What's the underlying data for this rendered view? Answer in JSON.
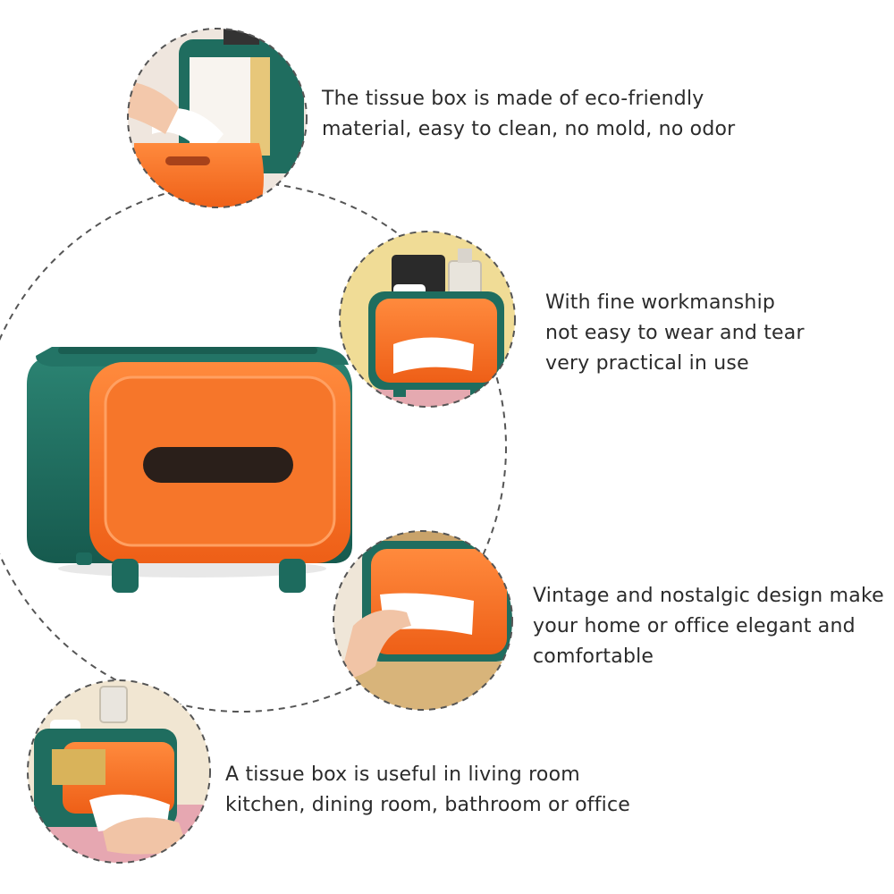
{
  "colors": {
    "teal": "#1d6b5e",
    "teal_light": "#2b8372",
    "orange": "#f26a21",
    "orange_light": "#ff8a3d",
    "dashed_line": "#555555",
    "text": "#2b2b2b"
  },
  "features": [
    {
      "text": "The tissue box is made of eco-friendly\nmaterial, easy to clean, no mold, no odor"
    },
    {
      "text": "With fine workmanship\nnot easy to wear and tear\nvery practical in use"
    },
    {
      "text": "Vintage and nostalgic design make\nyour home or office elegant and\ncomfortable"
    },
    {
      "text": "A tissue box is useful in living room\nkitchen, dining room, bathroom or office"
    }
  ]
}
